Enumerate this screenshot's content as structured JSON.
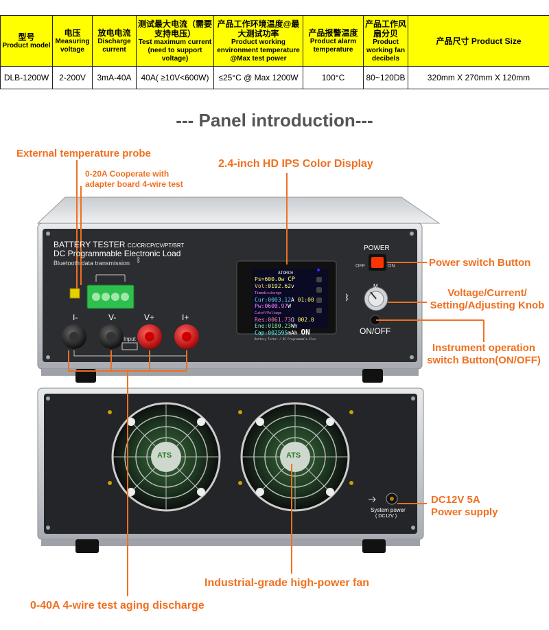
{
  "spec_table": {
    "headers": [
      {
        "zh": "型号",
        "en": "Product model"
      },
      {
        "zh": "电压",
        "en": "Measuring voltage"
      },
      {
        "zh": "放电电流",
        "en": "Discharge current"
      },
      {
        "zh": "测试最大电流（需要支持电压）",
        "en": "Test maximum current (need to support voltage)"
      },
      {
        "zh": "产品工作环境温度@最大测试功率",
        "en": "Product working environment temperature @Max test power"
      },
      {
        "zh": "产品报警温度",
        "en": "Product alarm temperature"
      },
      {
        "zh": "产品工作风扇分贝",
        "en": "Product working fan decibels"
      },
      {
        "zh": "产品尺寸",
        "en": "Product Size"
      }
    ],
    "row": [
      "DLB-1200W",
      "2-200V",
      "3mA-40A",
      "40A( ≥10V<600W)",
      "≤25°C @ Max 1200W",
      "100°C",
      "80~120DB",
      "320mm X 270mm X 120mm"
    ]
  },
  "title": "--- Panel introduction---",
  "callouts": {
    "temp_probe": "External temperature probe",
    "adapter": [
      "0-20A Cooperate with",
      "adapter board 4-wire test"
    ],
    "display": "2.4-inch HD IPS Color Display",
    "power_switch": "Power switch Button",
    "knob": [
      "Voltage/Current/",
      "Setting/Adjusting Knob"
    ],
    "onoff": [
      "Instrument operation",
      "switch Button(ON/OFF)"
    ],
    "dc_power": [
      "DC12V 5A",
      "Power supply"
    ],
    "fan": "Industrial-grade high-power fan",
    "aging": "0-40A 4-wire test aging discharge"
  },
  "device": {
    "line1": "BATTERY TESTER",
    "line1_sub": "CC/CR/CP/CV/PT/BRT",
    "line2": "DC Programmable Electronic Load",
    "line3": "Bluetooth data transmission",
    "terminals": [
      "I-",
      "V-",
      "V+",
      "I+"
    ],
    "input_label": "Input",
    "power_label": "POWER",
    "off_label": "OFF",
    "on_label": "ON",
    "knob_label": "M",
    "onoff_label": "ON/OFF",
    "system_power": "System power",
    "system_power_sub": "( DC12V )",
    "brand": "ATORCH",
    "fan_badge": "ATS"
  },
  "screen": {
    "rows": [
      {
        "k": "Ps=",
        "v": "600.0",
        "u": "w",
        "mode": "CP"
      },
      {
        "k": "Vol:",
        "v": "0192.62",
        "u": "v",
        "r": "Timedischarge"
      },
      {
        "k": "Cur:",
        "v": "0003.12",
        "u": "A",
        "r": "01:00"
      },
      {
        "k": "Pw:",
        "v": "0600.97",
        "u": "W",
        "r": "CutoffVoltage"
      },
      {
        "k": "Res:",
        "v": "0061.73",
        "u": "Ω",
        "r": "002.0"
      },
      {
        "k": "Ene:",
        "v": "0180.23",
        "u": "Wh",
        "r": ""
      },
      {
        "k": "Cap:",
        "v": "002595",
        "u": "mAh",
        "r": "ON"
      }
    ],
    "footer": "Battery Tester / DC Programmable Electronic Load"
  },
  "colors": {
    "accent": "#f07020",
    "header": "#ffff00"
  }
}
